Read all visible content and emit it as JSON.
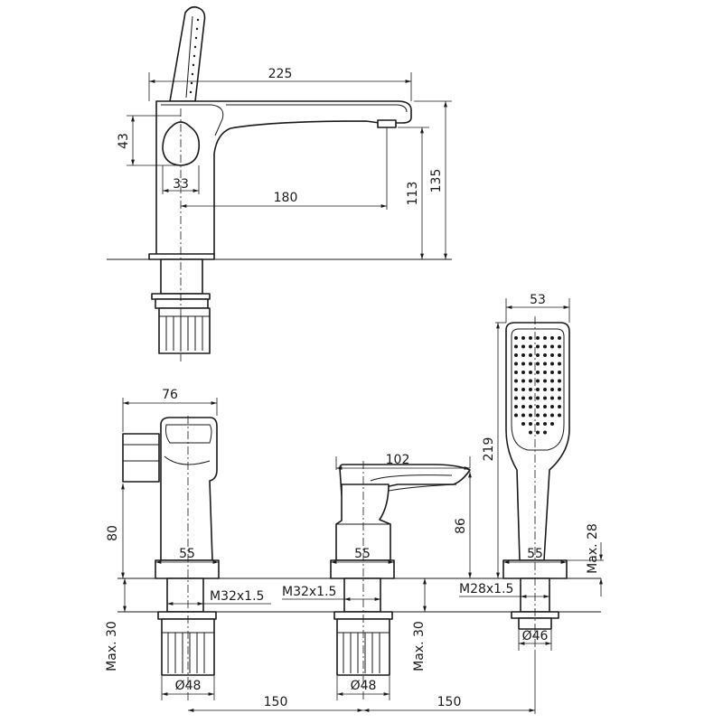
{
  "dimensions": {
    "spout_length": "225",
    "lever_height": "43",
    "lever_offset": "33",
    "outlet_reach": "180",
    "outlet_height": "113",
    "total_height": "135",
    "diverter_width": "76",
    "diverter_height": "80",
    "diverter_base": "55",
    "diverter_thread": "M32x1.5",
    "diverter_max": "Max. 30",
    "diverter_nut": "Ø48",
    "mixer_length": "102",
    "mixer_height": "86",
    "mixer_base": "55",
    "mixer_thread": "M32x1.5",
    "mixer_max": "Max. 30",
    "mixer_nut": "Ø48",
    "hand_shower_width": "53",
    "hand_shower_length": "219",
    "holder_base": "55",
    "holder_max": "Max. 28",
    "holder_thread": "M28x1.5",
    "holder_nut": "Ø46",
    "spacing_1": "150",
    "spacing_2": "150"
  }
}
